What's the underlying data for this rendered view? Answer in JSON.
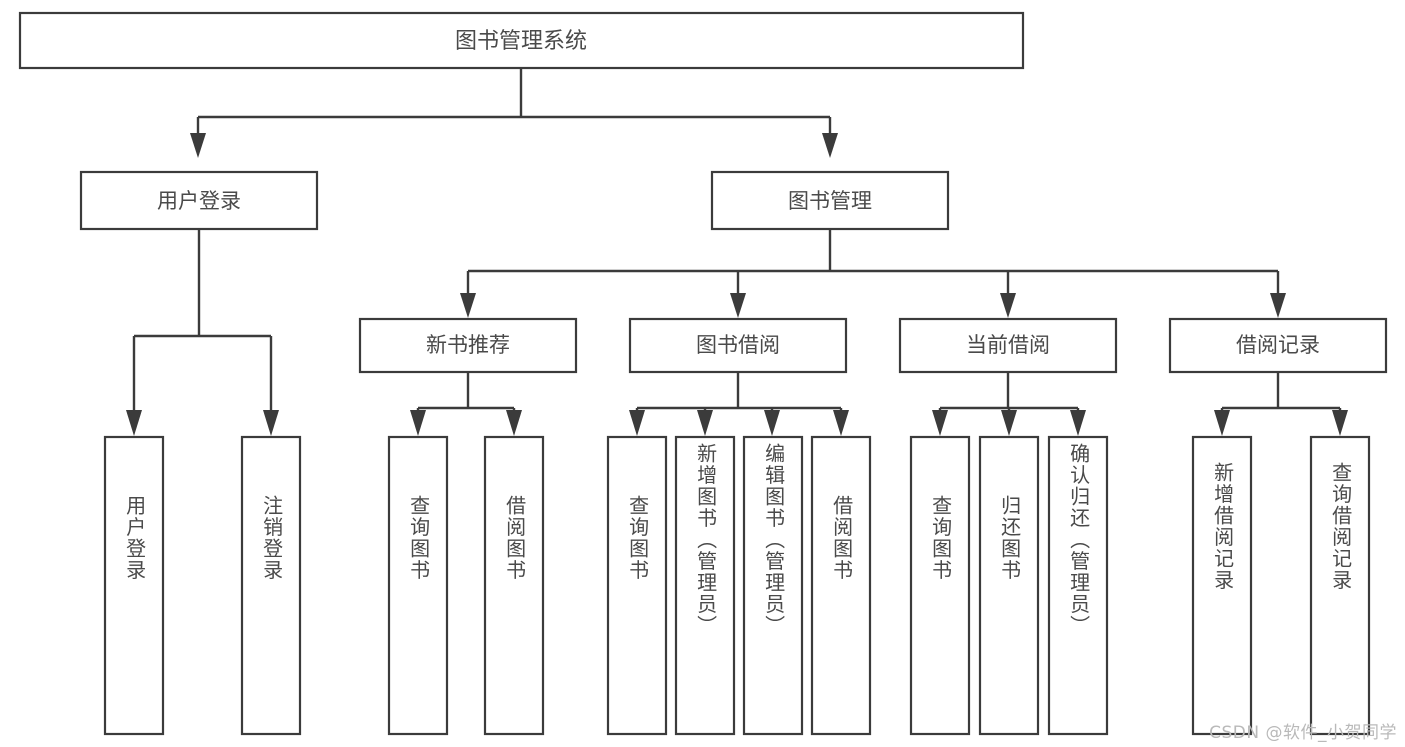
{
  "diagram": {
    "type": "tree-hierarchy",
    "title": "图书管理系统",
    "colors": {
      "background": "#ffffff",
      "box_fill": "#ffffff",
      "box_stroke": "#3b3b3b",
      "text": "#4a4a4a",
      "connector": "#3b3b3b",
      "watermark": "#b9b9b9"
    },
    "root": {
      "label": "图书管理系统"
    },
    "level2": [
      {
        "label": "用户登录"
      },
      {
        "label": "图书管理"
      }
    ],
    "level3": [
      {
        "label": "新书推荐"
      },
      {
        "label": "图书借阅"
      },
      {
        "label": "当前借阅"
      },
      {
        "label": "借阅记录"
      }
    ],
    "leaves": {
      "user_login": [
        {
          "label": "用户登录"
        },
        {
          "label": "注销登录"
        }
      ],
      "new_book_recommend": [
        {
          "label": "查询图书"
        },
        {
          "label": "借阅图书"
        }
      ],
      "book_borrow": [
        {
          "label": "查询图书"
        },
        {
          "label": "新增图书（管理员）"
        },
        {
          "label": "编辑图书（管理员）"
        },
        {
          "label": "借阅图书"
        }
      ],
      "current_borrow": [
        {
          "label": "查询图书"
        },
        {
          "label": "归还图书"
        },
        {
          "label": "确认归还（管理员）"
        }
      ],
      "borrow_records": [
        {
          "label": "新增借阅记录"
        },
        {
          "label": "查询借阅记录"
        }
      ]
    },
    "watermark": "CSDN @软件_小贺同学"
  }
}
